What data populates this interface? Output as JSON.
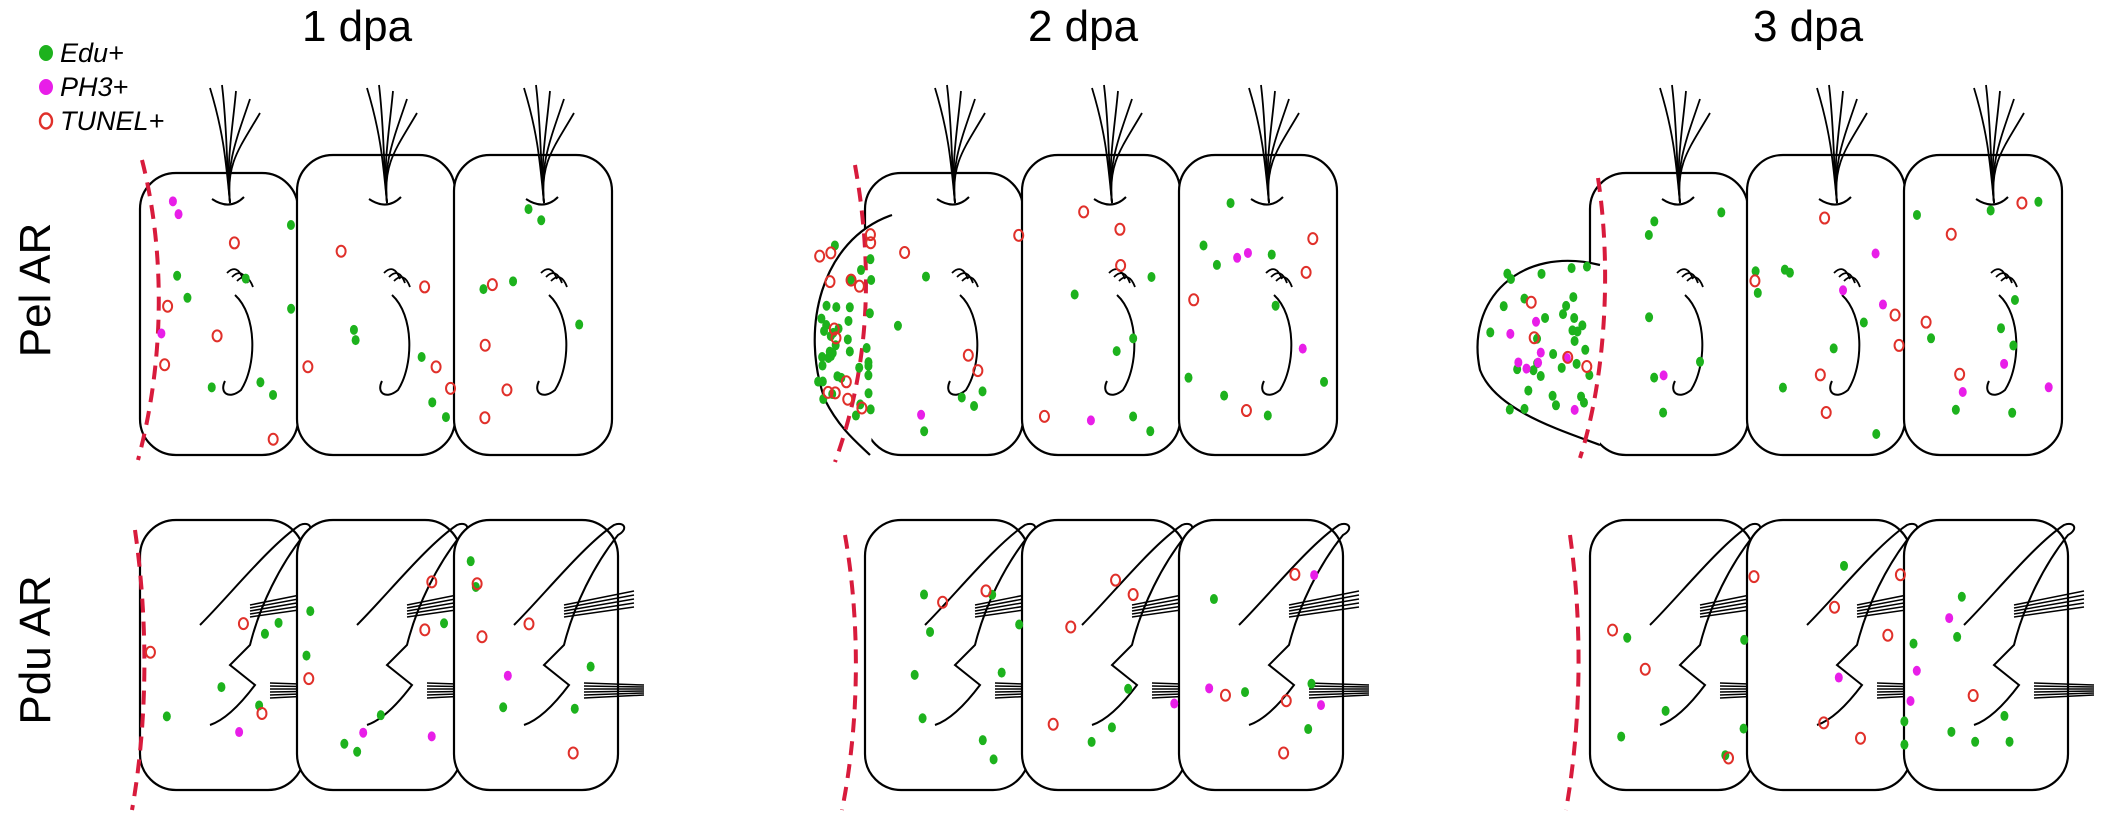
{
  "figure": {
    "columns": [
      {
        "id": "c1",
        "title": "1 dpa"
      },
      {
        "id": "c2",
        "title": "2 dpa"
      },
      {
        "id": "c3",
        "title": "3 dpa"
      }
    ],
    "rows": [
      {
        "id": "pel",
        "label": "Pel AR"
      },
      {
        "id": "pdu",
        "label": "Pdu AR"
      }
    ],
    "legend": [
      {
        "id": "edu",
        "label": "Edu+",
        "symbol": "filled-dot",
        "color": "#1db21d"
      },
      {
        "id": "ph3",
        "label": "PH3+",
        "symbol": "filled-dot",
        "color": "#e81ee8"
      },
      {
        "id": "tunel",
        "label": "TUNEL+",
        "symbol": "open-circle",
        "color": "#e0302a"
      }
    ],
    "colors": {
      "outline": "#000000",
      "amputation_line": "#d81b3c",
      "edu": "#1db21d",
      "ph3": "#e81ee8",
      "tunel": "#e0302a"
    }
  }
}
